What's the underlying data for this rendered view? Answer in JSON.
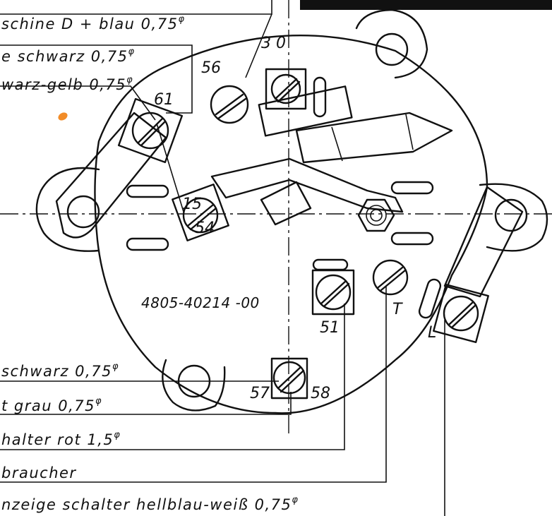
{
  "wire_labels": {
    "w1": "schine D + blau 0,75",
    "w2": "e schwarz 0,75",
    "w3": "warz-gelb 0,75",
    "w4": "schwarz 0,75",
    "w5": "t grau 0,75",
    "w6": "halter rot 1,5",
    "w7": "braucher",
    "w8": "nzeige schalter hellblau-weiß 0,75"
  },
  "phi": "φ",
  "terminals": {
    "t30": "3 0",
    "t56": "56",
    "t61": "61",
    "t15": "15",
    "t54": "54",
    "t51": "51",
    "t57": "57",
    "t58": "58",
    "tT": "T",
    "tL": "L"
  },
  "part_number": "4805-40214 -00",
  "colors": {
    "ink": "#111111",
    "paper": "#ffffff",
    "spot": "#f28c28"
  }
}
